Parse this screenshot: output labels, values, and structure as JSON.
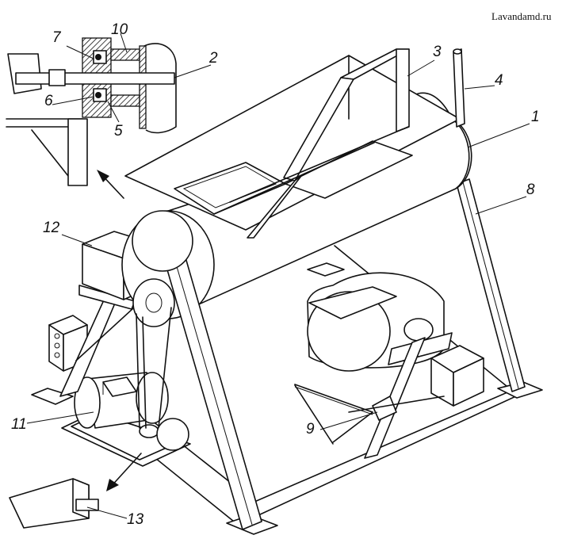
{
  "watermark": "Lavandamd.ru",
  "callouts": {
    "n1": "1",
    "n2": "2",
    "n3": "3",
    "n4": "4",
    "n5": "5",
    "n6": "6",
    "n7": "7",
    "n8": "8",
    "n9": "9",
    "n10": "10",
    "n11": "11",
    "n12": "12",
    "n13": "13"
  },
  "colors": {
    "ink": "#111111",
    "paper": "#ffffff"
  }
}
